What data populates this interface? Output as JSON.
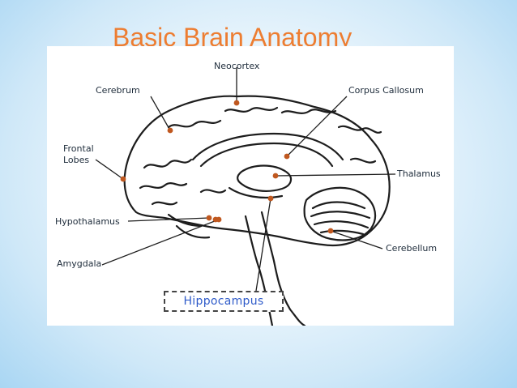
{
  "slide": {
    "title": "Basic Brain Anatomy"
  },
  "diagram": {
    "labels": {
      "neocortex": "Neocortex",
      "cerebrum": "Cerebrum",
      "corpus_callosum": "Corpus Callosum",
      "frontal_lobes": "Frontal\nLobes",
      "thalamus": "Thalamus",
      "hypothalamus": "Hypothalamus",
      "cerebellum": "Cerebellum",
      "amygdala": "Amygdala",
      "hippocampus": "Hippocampus"
    },
    "colors": {
      "title": "#ed7d31",
      "marker": "#c0581f",
      "hippocampus_text": "#2f5bc9",
      "line": "#1d1d1d"
    }
  }
}
